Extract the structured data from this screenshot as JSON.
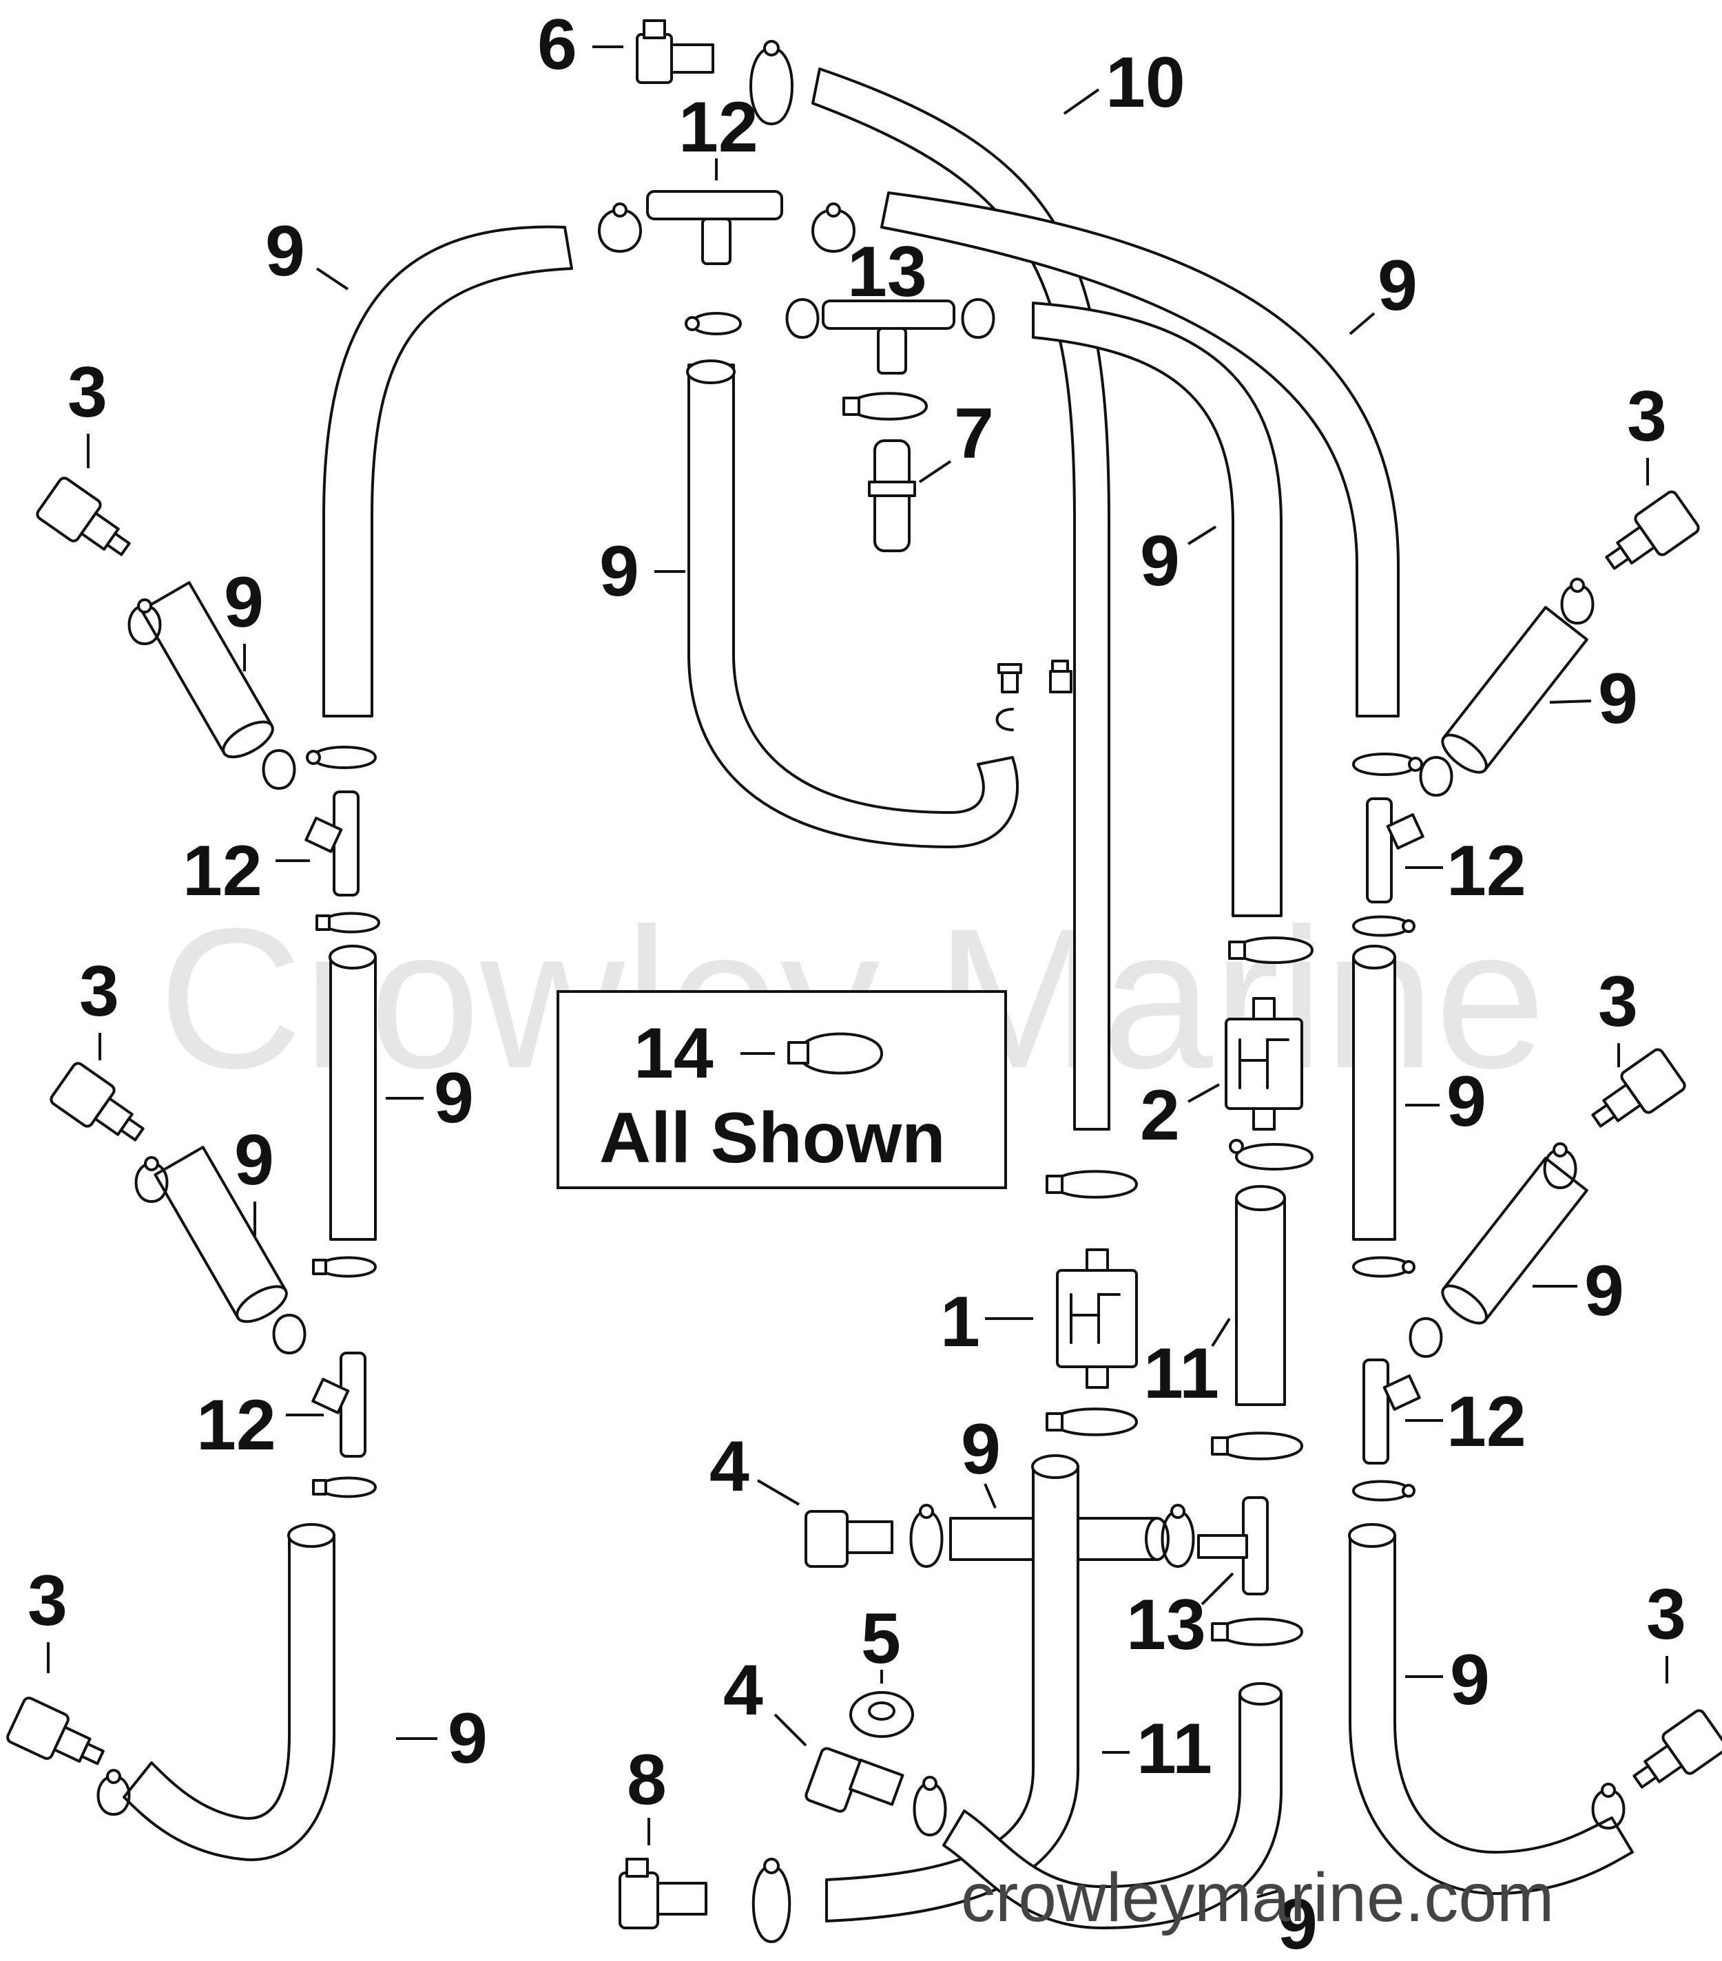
{
  "watermark": {
    "brand": "Crowley Marine",
    "site": "crowleymarine.com"
  },
  "legend": {
    "number": "14",
    "text": "All Shown"
  },
  "callouts": [
    "6",
    "12",
    "10",
    "9",
    "13",
    "9",
    "3",
    "7",
    "3",
    "9",
    "9",
    "9",
    "9",
    "9",
    "12",
    "12",
    "3",
    "3",
    "14",
    "9",
    "2",
    "9",
    "9",
    "9",
    "9",
    "1",
    "11",
    "12",
    "12",
    "9",
    "4",
    "3",
    "13",
    "3",
    "5",
    "9",
    "4",
    "11",
    "9",
    "8",
    "9"
  ]
}
